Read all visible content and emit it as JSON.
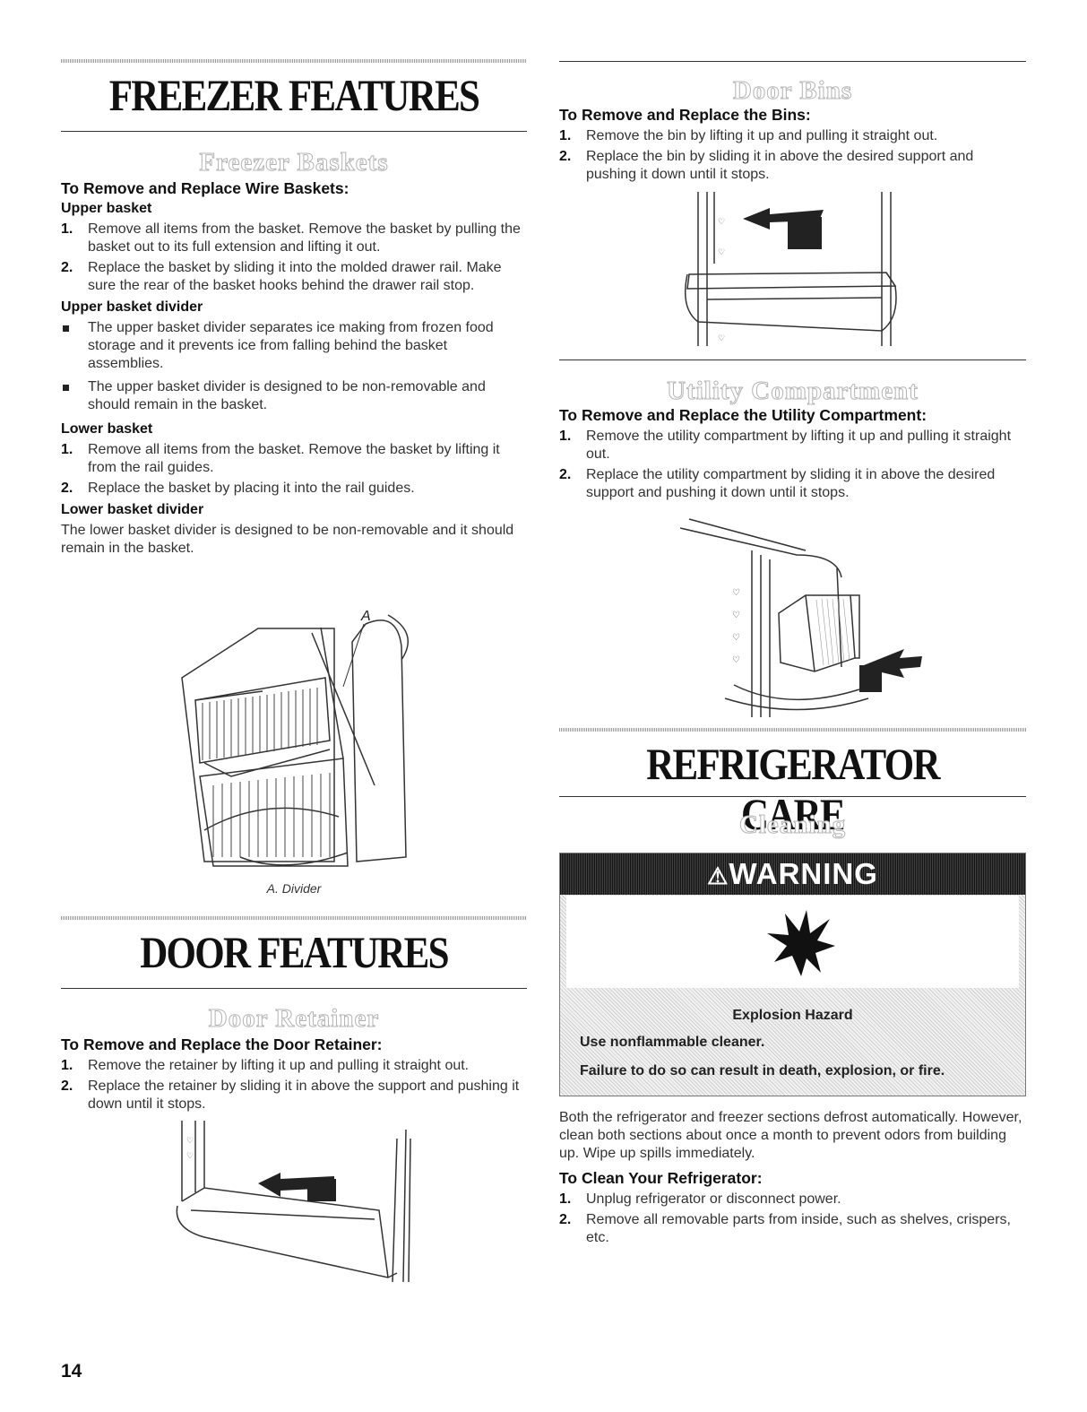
{
  "page_number": "14",
  "freezer_features": {
    "title": "FREEZER FEATURES",
    "subtitle": "Freezer Baskets",
    "heading": "To Remove and Replace Wire Baskets:",
    "upper_basket": {
      "label": "Upper basket",
      "steps": [
        {
          "num": "1.",
          "text": "Remove all items from the basket. Remove the basket by pulling the basket out to its full extension and lifting it out."
        },
        {
          "num": "2.",
          "text": "Replace the basket by sliding it into the molded drawer rail. Make sure the rear of the basket hooks behind the drawer rail stop."
        }
      ]
    },
    "upper_divider": {
      "label": "Upper basket divider",
      "bullets": [
        "The upper basket divider separates ice making from frozen food storage and it prevents ice from falling behind the basket assemblies.",
        "The upper basket divider is designed to be non-removable and should remain in the basket."
      ]
    },
    "lower_basket": {
      "label": "Lower basket",
      "steps": [
        {
          "num": "1.",
          "text": "Remove all items from the basket. Remove the basket by lifting it from the rail guides."
        },
        {
          "num": "2.",
          "text": "Replace the basket by placing it into the rail guides."
        }
      ]
    },
    "lower_divider": {
      "label": "Lower basket divider",
      "text": "The lower basket divider is designed to be non-removable and it should remain in the basket."
    },
    "figure_callout": "A",
    "figure_caption": "A. Divider"
  },
  "door_features": {
    "title": "DOOR FEATURES",
    "subtitle": "Door Retainer",
    "heading": "To Remove and Replace the Door Retainer:",
    "steps": [
      {
        "num": "1.",
        "text": "Remove the retainer by lifting it up and pulling it straight out."
      },
      {
        "num": "2.",
        "text": "Replace the retainer by sliding it in above the support and pushing it down until it stops."
      }
    ]
  },
  "door_bins": {
    "subtitle": "Door Bins",
    "heading": "To Remove and Replace the Bins:",
    "steps": [
      {
        "num": "1.",
        "text": "Remove the bin by lifting it up and pulling it straight out."
      },
      {
        "num": "2.",
        "text": "Replace the bin by sliding it in above the desired support and pushing it down until it stops."
      }
    ]
  },
  "utility_compartment": {
    "subtitle": "Utility Compartment",
    "heading": "To Remove and Replace the Utility Compartment:",
    "steps": [
      {
        "num": "1.",
        "text": "Remove the utility compartment by lifting it up and pulling it straight out."
      },
      {
        "num": "2.",
        "text": "Replace the utility compartment by sliding it in above the desired support and pushing it down until it stops."
      }
    ]
  },
  "refrigerator_care": {
    "title": "REFRIGERATOR CARE",
    "subtitle": "Cleaning",
    "warning": {
      "title": "WARNING",
      "hazard": "Explosion Hazard",
      "line1": "Use nonflammable cleaner.",
      "line2": "Failure to do so can result in death, explosion, or fire."
    },
    "body": "Both the refrigerator and freezer sections defrost automatically. However, clean both sections about once a month to prevent odors from building up. Wipe up spills immediately.",
    "clean_heading": "To Clean Your Refrigerator:",
    "steps": [
      {
        "num": "1.",
        "text": "Unplug refrigerator or disconnect power."
      },
      {
        "num": "2.",
        "text": "Remove all removable parts from inside, such as shelves, crispers, etc."
      }
    ]
  }
}
